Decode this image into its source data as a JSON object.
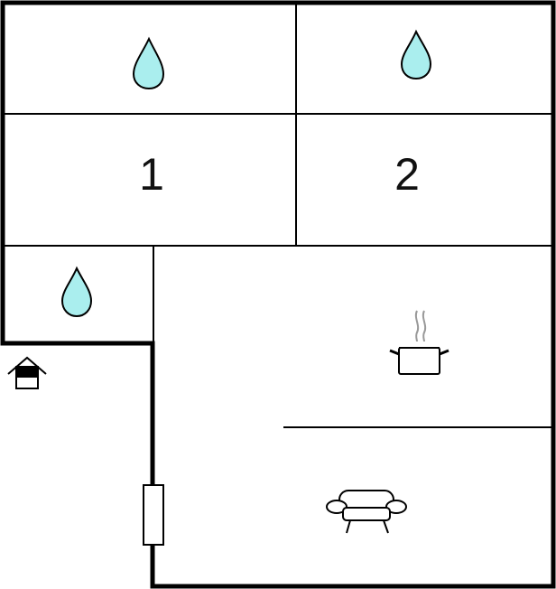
{
  "floorplan": {
    "rooms": [
      {
        "id": "bedroom-1",
        "label": "1"
      },
      {
        "id": "bedroom-2",
        "label": "2"
      }
    ],
    "icons": {
      "bathroom_1": "water-drop-icon",
      "bathroom_2": "water-drop-icon",
      "bathroom_3": "water-drop-icon",
      "entrance": "house-entrance-icon",
      "kitchen": "cooking-pot-icon",
      "living": "sofa-icon",
      "door": "door-panel"
    },
    "colors": {
      "wall": "#000000",
      "water": "#aaeeee",
      "steam": "#999999",
      "background": "#ffffff"
    }
  }
}
